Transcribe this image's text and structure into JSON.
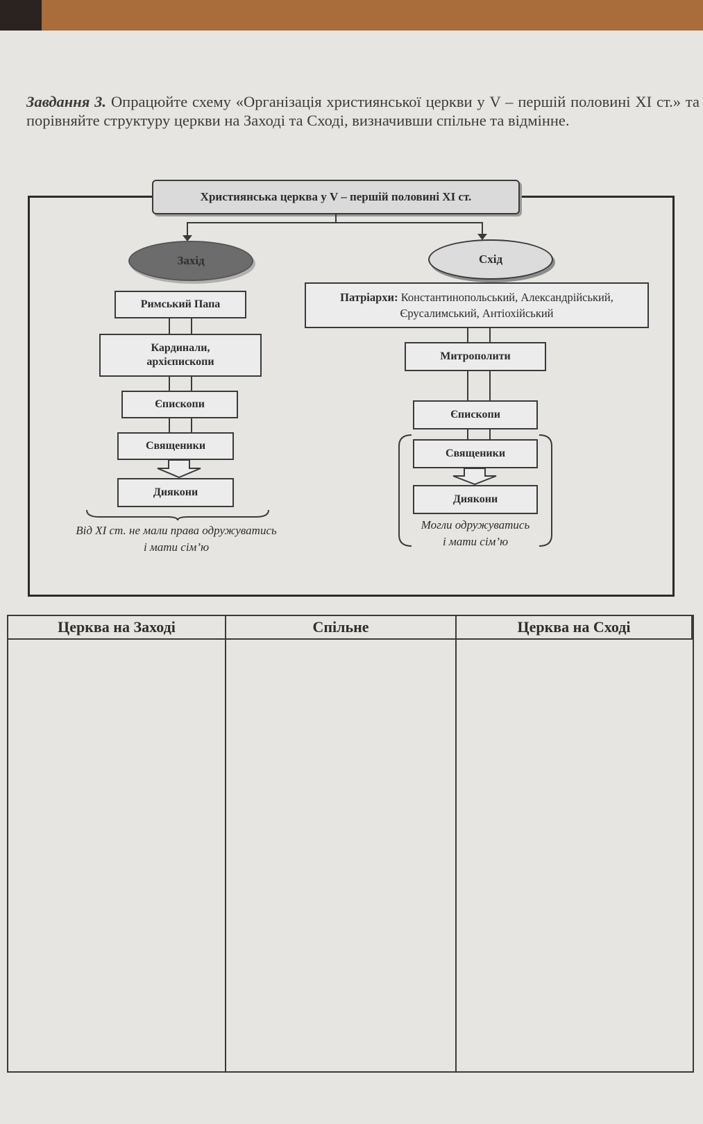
{
  "task": {
    "label": "Завдання 3.",
    "text": "Опрацюйте схему «Організація християнської церкви у V – першій половині XI ст.» та порівняйте структуру церкви на Заході та Сході, визначивши спільне та відмінне."
  },
  "diagram": {
    "title": "Християнська церква у V – першій половині XI ст.",
    "west": {
      "label": "Захід",
      "levels": [
        "Римський Папа",
        "Кардинали, архієпископи",
        "Єпископи",
        "Священики",
        "Диякони"
      ],
      "note": "Від XI ст. не мали права одружуватись і мати сім’ю"
    },
    "east": {
      "label": "Схід",
      "patriarchs_label": "Патріархи:",
      "patriarchs_list": "Константинопольський, Александрійський, Єрусалимський, Антіохійський",
      "levels": [
        "Митрополити",
        "Єпископи",
        "Священики",
        "Диякони"
      ],
      "note": "Могли одружуватись і мати сім’ю"
    }
  },
  "table": {
    "headers": [
      "Церква на Заході",
      "Спільне",
      "Церква на Сході"
    ]
  }
}
